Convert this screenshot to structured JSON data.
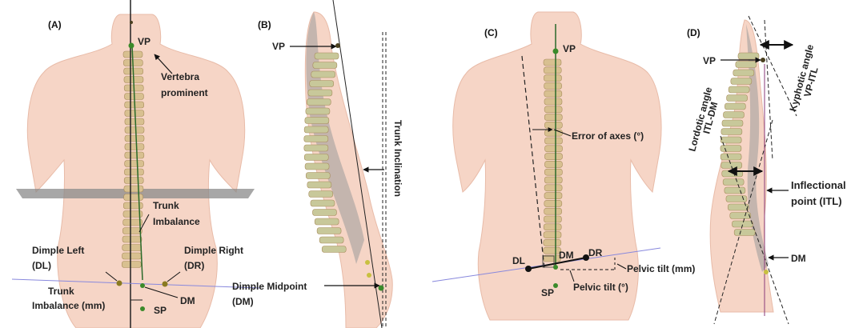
{
  "panels": {
    "A": {
      "tag": "(A)",
      "vp": "VP",
      "vertebra_1": "Vertebra",
      "vertebra_2": "prominent",
      "trunk_imb_1": "Trunk",
      "trunk_imb_2": "Imbalance",
      "dimple_left_1": "Dimple Left",
      "dimple_left_2": "(DL)",
      "dimple_right_1": "Dimple Right",
      "dimple_right_2": "(DR)",
      "trunk_imb_mm_1": "Trunk",
      "trunk_imb_mm_2": "Imbalance (mm)",
      "dm": "DM",
      "sp": "SP"
    },
    "B": {
      "tag": "(B)",
      "vp": "VP",
      "trunk_inclination": "Trunk Inclination",
      "dimple_midpoint_1": "Dimple Midpoint",
      "dimple_midpoint_2": "(DM)"
    },
    "C": {
      "tag": "(C)",
      "vp": "VP",
      "error_axes": "Error of axes (°)",
      "dl": "DL",
      "dm": "DM",
      "dr": "DR",
      "pelvic_tilt_mm": "Pelvic tilt (mm)",
      "pelvic_tilt_deg": "Pelvic tilt (°)",
      "sp": "SP"
    },
    "D": {
      "tag": "(D)",
      "vp": "VP",
      "kyphotic_1": "Kyphotic angle",
      "kyphotic_2": "VP-ITL",
      "lordotic_1": "Lordotic angle",
      "lordotic_2": "ITL-DM",
      "inflectional_1": "Inflectional",
      "inflectional_2": "point (ITL)",
      "dm": "DM"
    }
  },
  "colors": {
    "skin": "#f6d5c6",
    "skin_edge": "#e8bba8",
    "spine": "#d8c090",
    "plane": "#8a8a8a",
    "marker_green": "#3a8a2a",
    "marker_dark": "#4a4020",
    "line_blue": "#8888dd"
  }
}
